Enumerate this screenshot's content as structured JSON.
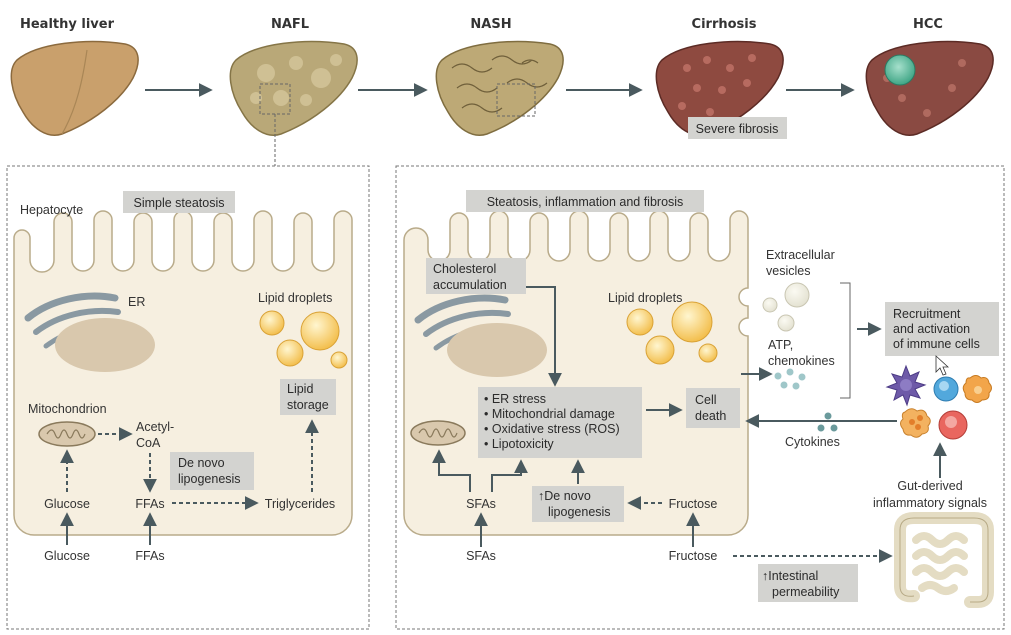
{
  "stages": [
    "Healthy liver",
    "NAFL",
    "NASH",
    "Cirrhosis",
    "HCC"
  ],
  "cirrhosis_label": "Severe fibrosis",
  "left_panel": {
    "hepatocyte_label": "Hepatocyte",
    "box_label": "Simple steatosis",
    "er_label": "ER",
    "lipid_droplets_label": "Lipid droplets",
    "lipid_storage": [
      "Lipid",
      "storage"
    ],
    "mitochondrion_label": "Mitochondrion",
    "acetyl_coa": [
      "Acetyl-",
      "CoA"
    ],
    "de_novo": [
      "De novo",
      "lipogenesis"
    ],
    "glucose_inner": "Glucose",
    "ffas_inner": "FFAs",
    "triglycerides": "Triglycerides",
    "glucose_outer": "Glucose",
    "ffas_outer": "FFAs"
  },
  "right_panel": {
    "box_label": "Steatosis, inflammation and fibrosis",
    "cholesterol": [
      "Cholesterol",
      "accumulation"
    ],
    "lipid_droplets_label": "Lipid droplets",
    "stress_items": [
      "• ER stress",
      "• Mitochondrial damage",
      "• Oxidative stress (ROS)",
      "• Lipotoxicity"
    ],
    "cell_death": [
      "Cell",
      "death"
    ],
    "sfas_inner": "SFAs",
    "de_novo": [
      "↑De novo",
      "lipogenesis"
    ],
    "fructose_inner": "Fructose",
    "sfas_outer": "SFAs",
    "fructose_outer": "Fructose",
    "extracellular_vesicles": [
      "Extracellular",
      "vesicles"
    ],
    "atp_chemokines": [
      "ATP,",
      "chemokines"
    ],
    "recruitment": [
      "Recruitment",
      "and activation",
      "of immune cells"
    ],
    "cytokines": "Cytokines",
    "gut_signals": [
      "Gut-derived",
      "inflammatory signals"
    ],
    "intestinal": [
      "↑Intestinal",
      "permeability"
    ]
  },
  "colors": {
    "healthy": "#c9a06c",
    "nafl": "#b9a878",
    "nash": "#bda976",
    "cirrhosis": "#8e4a40",
    "hcc": "#8a4a42",
    "tumor": "#6fc0a5",
    "cell_fill": "#f6efe0",
    "label_box": "#d3d3d0",
    "arrow": "#4a5a5f",
    "lipid": "#f7c95c",
    "nucleus": "#d9c8ad",
    "er": "#8a99a2"
  }
}
